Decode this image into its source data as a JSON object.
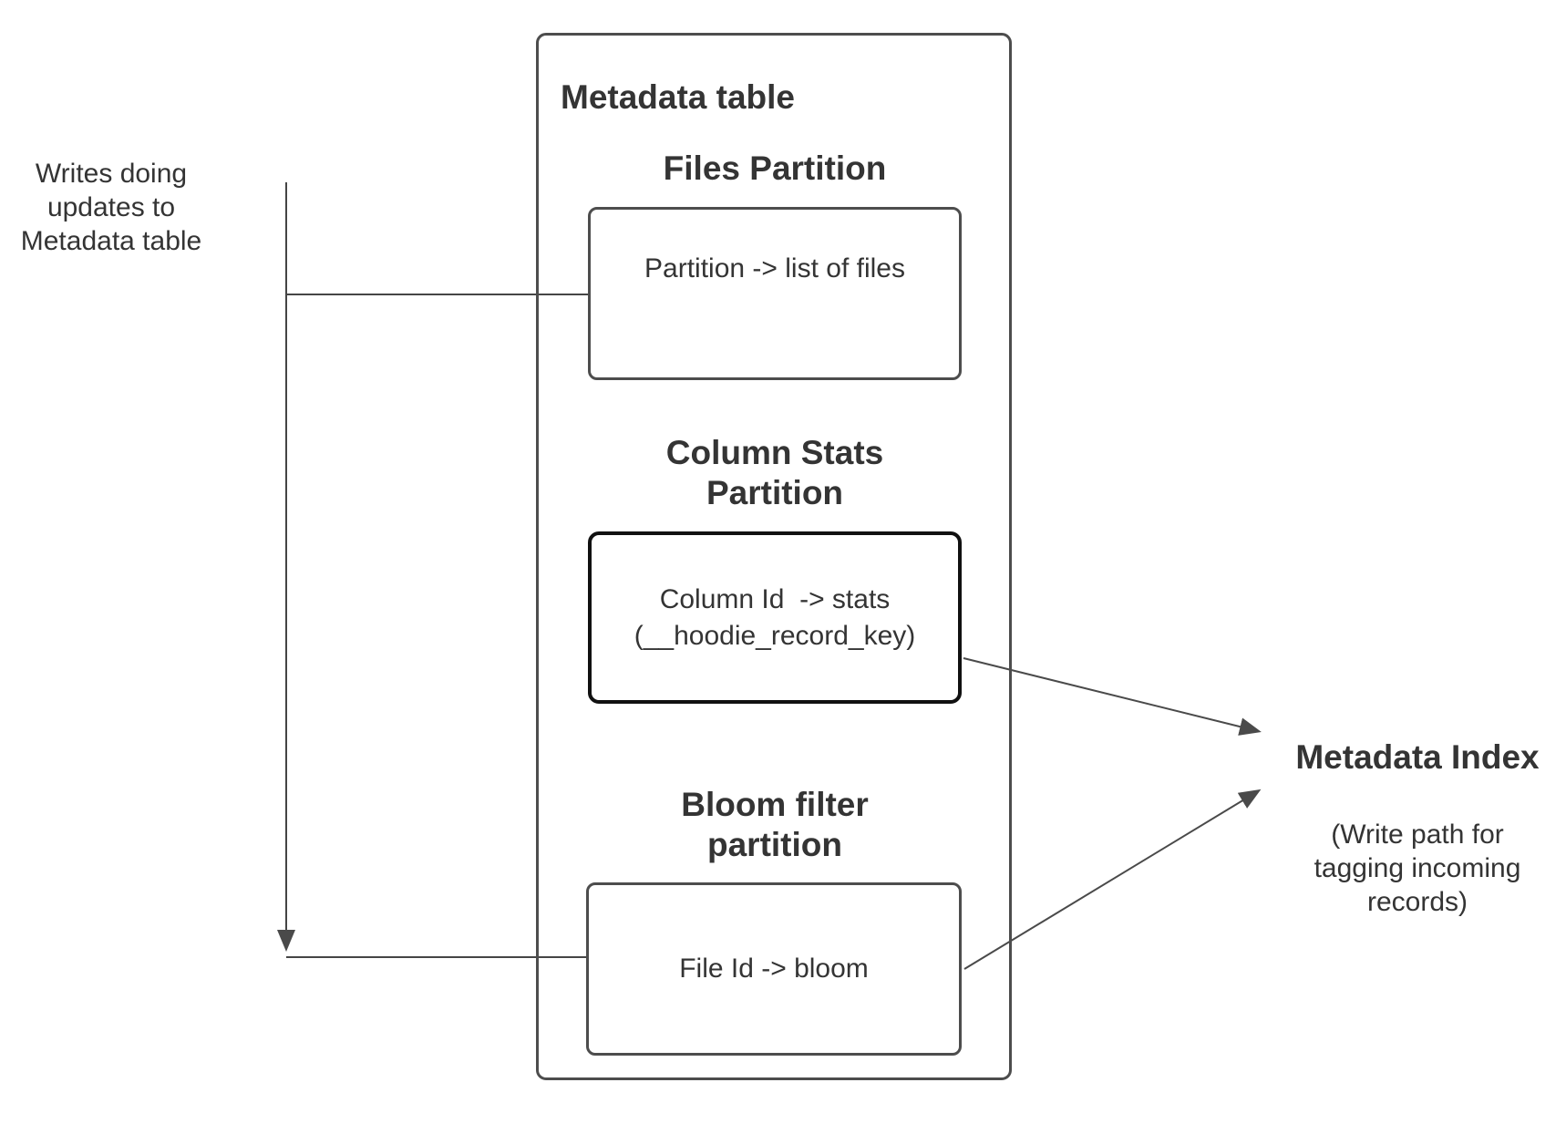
{
  "left_note": "Writes doing\nupdates to\nMetadata table",
  "metadata_table": {
    "title": "Metadata table",
    "files_partition": {
      "heading": "Files Partition",
      "mapping": "Partition -> list of files"
    },
    "column_stats_partition": {
      "heading": "Column Stats\nPartition",
      "mapping": "Column Id  -> stats\n(__hoodie_record_key)"
    },
    "bloom_filter_partition": {
      "heading": "Bloom filter\npartition",
      "mapping": "File Id -> bloom"
    }
  },
  "metadata_index": {
    "title": "Metadata Index",
    "subtitle": "(Write path for\ntagging incoming\nrecords)"
  },
  "colors": {
    "box_border": "#4d4d4d",
    "emphasis_border": "#111111",
    "connector": "#454545",
    "text": "#343434",
    "background": "#ffffff"
  }
}
